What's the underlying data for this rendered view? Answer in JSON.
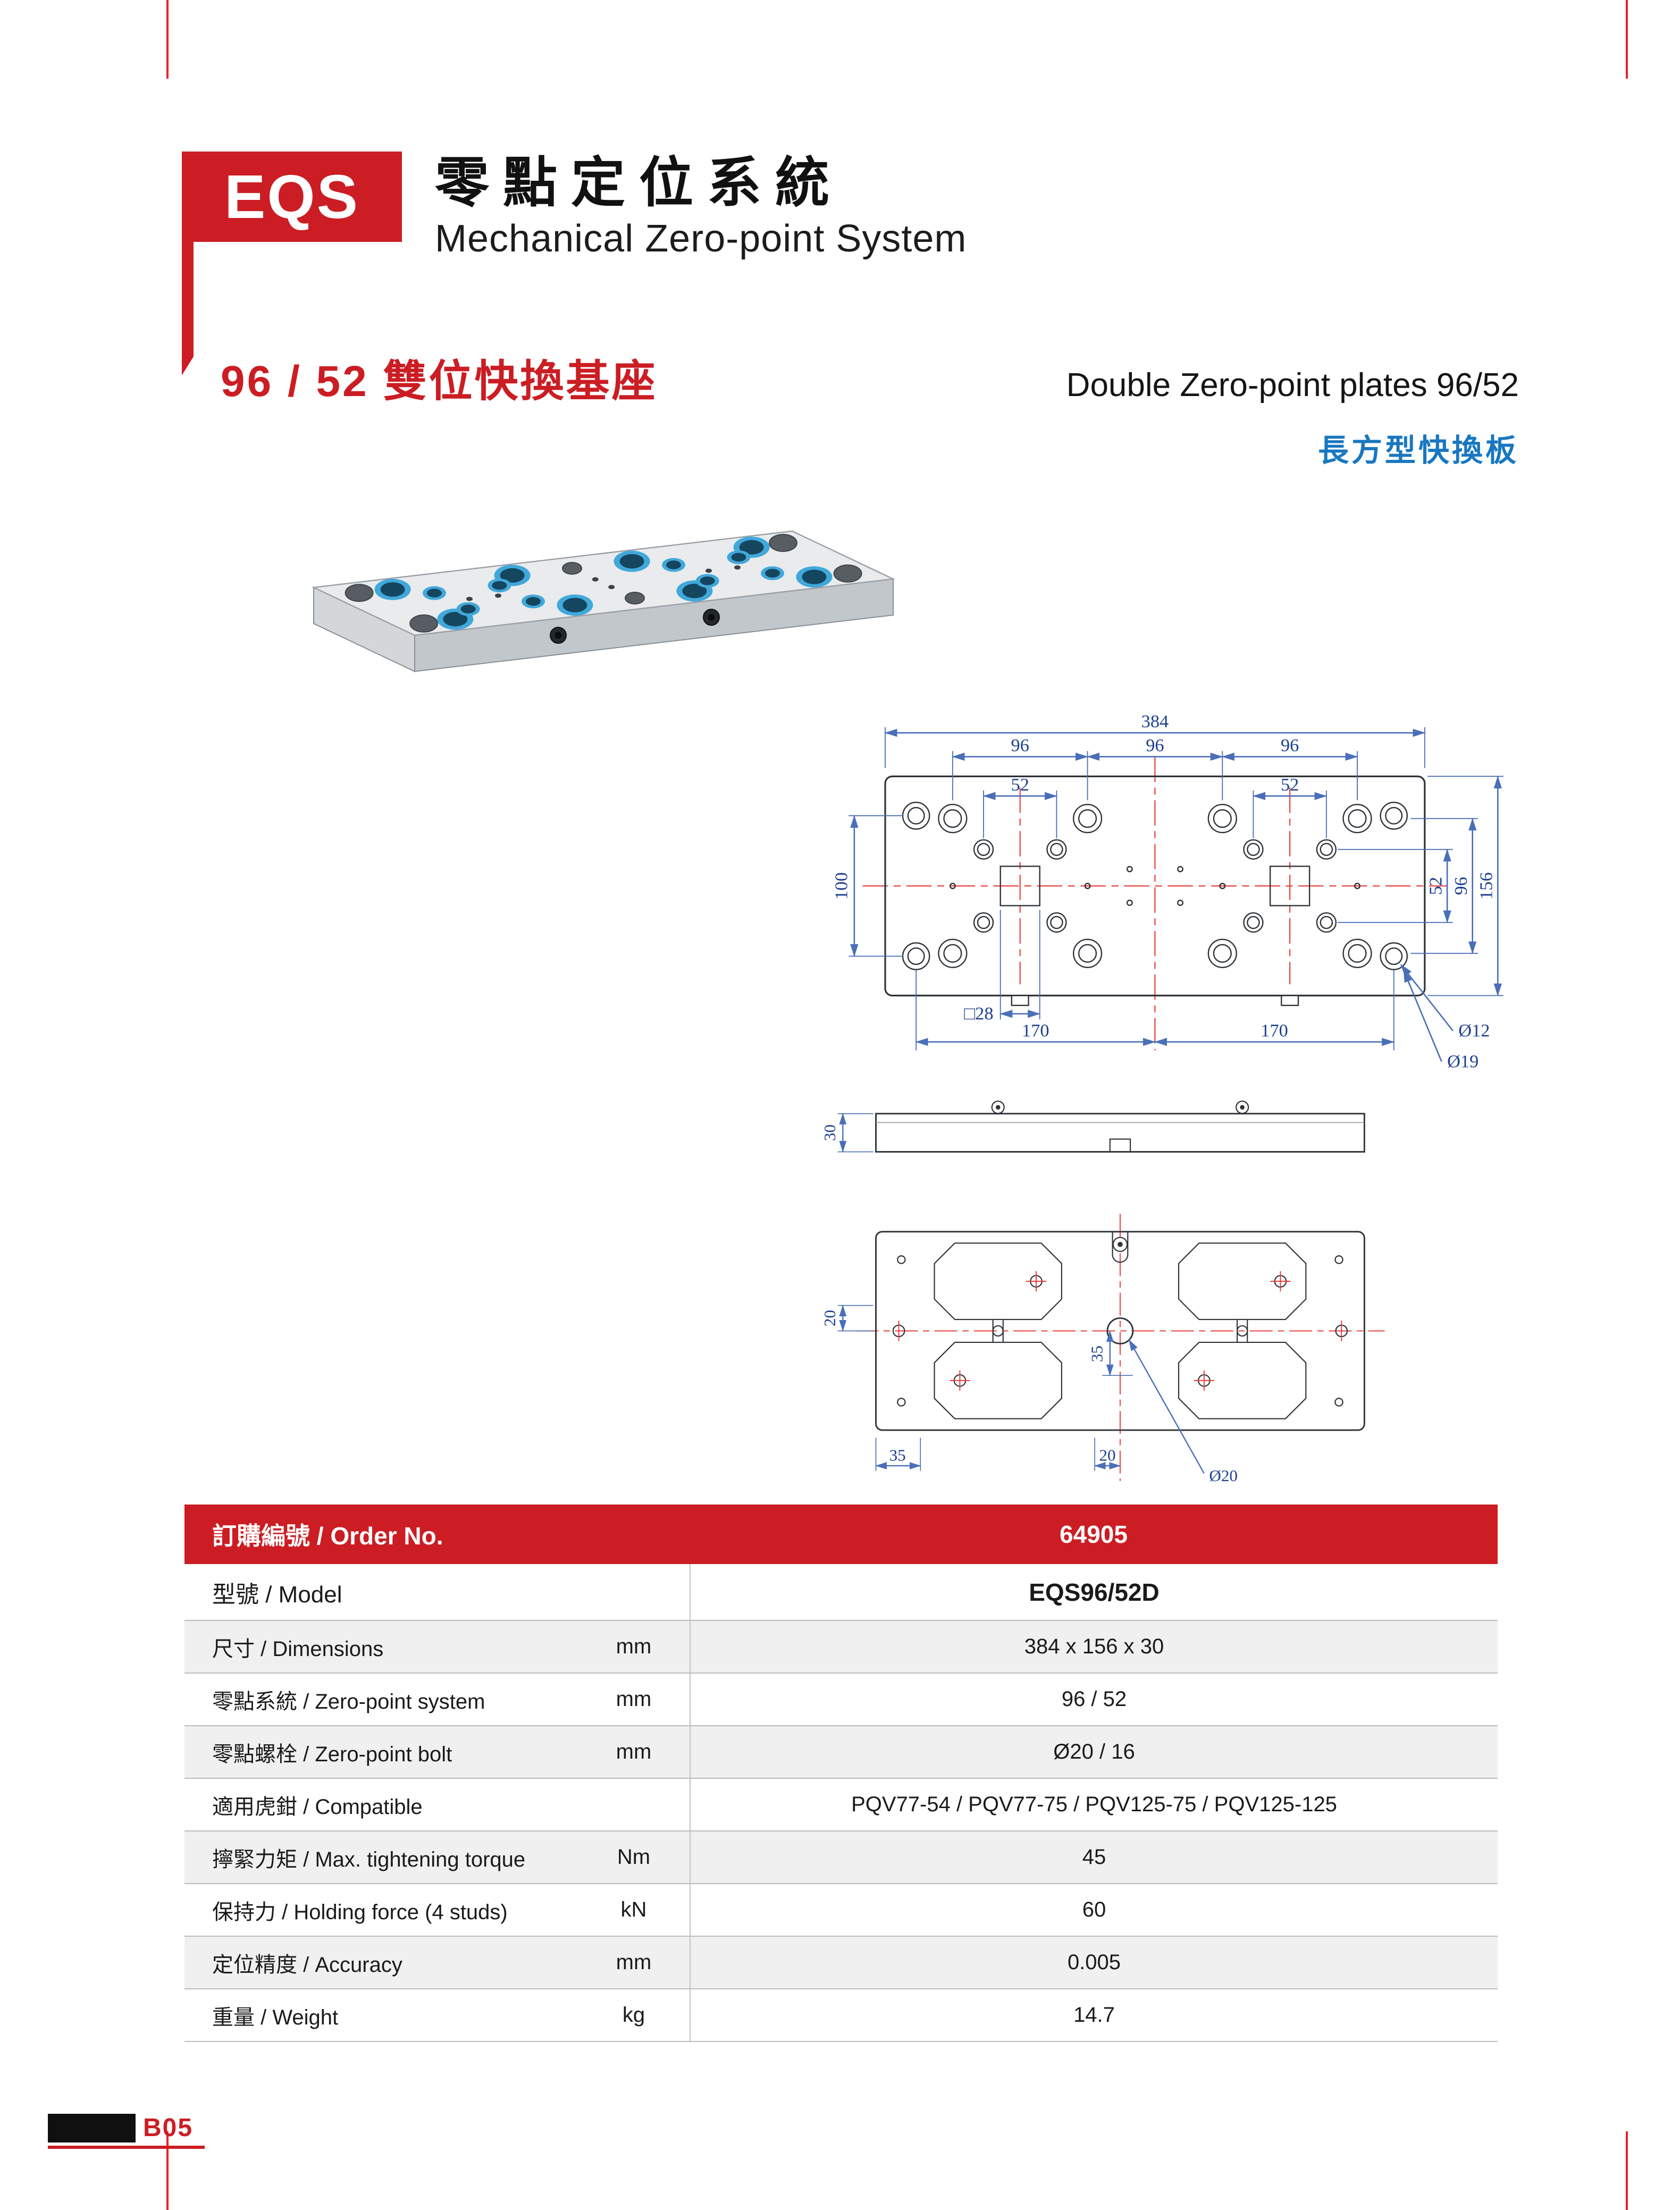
{
  "brand": {
    "logo": "EQS",
    "title_cn": "零點定位系統",
    "title_en": "Mechanical Zero-point System"
  },
  "section": {
    "heading_cn": "96 / 52 雙位快換基座",
    "heading_en": "Double Zero-point plates 96/52",
    "subtitle_cn": "長方型快換板"
  },
  "drawings": {
    "top": {
      "total_width": "384",
      "pitch96": [
        "96",
        "96",
        "96"
      ],
      "pitch52": [
        "52",
        "52"
      ],
      "left_100": "100",
      "right_52": "52",
      "right_96": "96",
      "right_156": "156",
      "square_28": "□28",
      "bottom_170a": "170",
      "bottom_170b": "170",
      "dia_12": "Ø12",
      "dia_19": "Ø19"
    },
    "side": {
      "height_30": "30"
    },
    "bottom": {
      "v20": "20",
      "v35": "35",
      "h35": "35",
      "h20": "20",
      "dia_20": "Ø20"
    }
  },
  "table": {
    "header": {
      "label": "訂購編號 / Order No.",
      "value": "64905"
    },
    "model": {
      "label": "型號 / Model",
      "value": "EQS96/52D"
    },
    "rows": [
      {
        "label": "尺寸 / Dimensions",
        "unit": "mm",
        "value": "384 x 156 x 30"
      },
      {
        "label": "零點系統 / Zero-point system",
        "unit": "mm",
        "value": "96 / 52"
      },
      {
        "label": "零點螺栓 / Zero-point bolt",
        "unit": "mm",
        "value": "Ø20 / 16"
      },
      {
        "label": "適用虎鉗 / Compatible",
        "unit": "",
        "value": "PQV77-54 / PQV77-75 / PQV125-75 / PQV125-125"
      },
      {
        "label": "擰緊力矩 / Max. tightening torque",
        "unit": "Nm",
        "value": "45"
      },
      {
        "label": "保持力 / Holding force (4 studs)",
        "unit": "kN",
        "value": "60"
      },
      {
        "label": "定位精度 / Accuracy",
        "unit": "mm",
        "value": "0.005"
      },
      {
        "label": "重量 / Weight",
        "unit": "kg",
        "value": "14.7"
      }
    ]
  },
  "page_label": "B05",
  "colors": {
    "accent_red": "#cb1d23",
    "heading_blue": "#1877c0",
    "dim_blue": "#1d3f8f",
    "port_blue": "#41a8da",
    "centerline_red": "#e53935"
  }
}
